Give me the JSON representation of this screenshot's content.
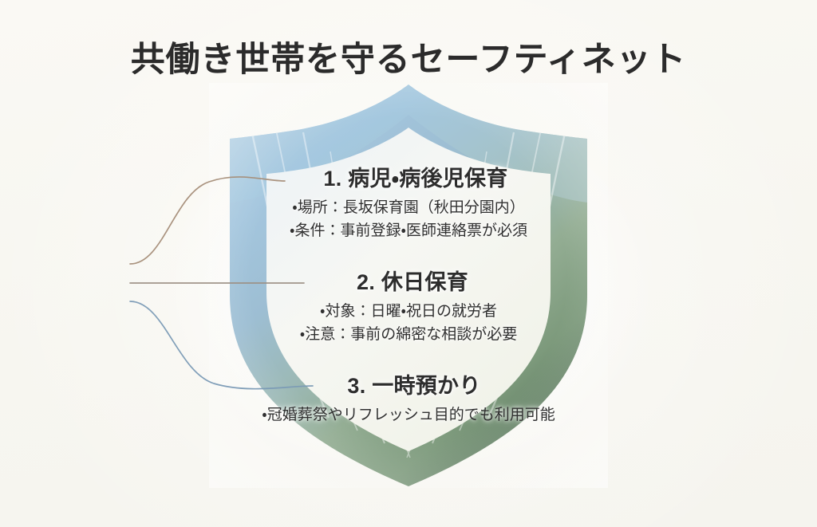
{
  "page": {
    "title": "共働き世帯を守るセーフティネット",
    "background_color": "#f8f7f2",
    "title_color": "#2b2b2b"
  },
  "shield": {
    "label": "shield-emblem",
    "band_colors": {
      "blue_light": "#a9c8de",
      "blue": "#8fb6d4",
      "blue_green": "#9dbcc4",
      "green_light": "#9bb598",
      "green": "#7e9b7d",
      "green_dark": "#4e6b52"
    },
    "inner_panel_color": "#f4f5ef"
  },
  "connectors": [
    {
      "name": "connector-line-1",
      "color": "#a58d78"
    },
    {
      "name": "connector-line-2",
      "color": "#9c8f84"
    },
    {
      "name": "connector-line-3",
      "color": "#7a9ab5"
    }
  ],
  "items": [
    {
      "heading": "1. 病児・病後児保育",
      "details": [
        "・場所：長坂保育園（秋田分園内）",
        "・条件：事前登録・医師連絡票が必須"
      ]
    },
    {
      "heading": "2. 休日保育",
      "details": [
        "・対象：日曜・祝日の就労者",
        "・注意：事前の綿密な相談が必要"
      ]
    },
    {
      "heading": "3. 一時預かり",
      "details": [
        "・冠婚葬祭やリフレッシュ目的でも利用可能"
      ]
    }
  ]
}
